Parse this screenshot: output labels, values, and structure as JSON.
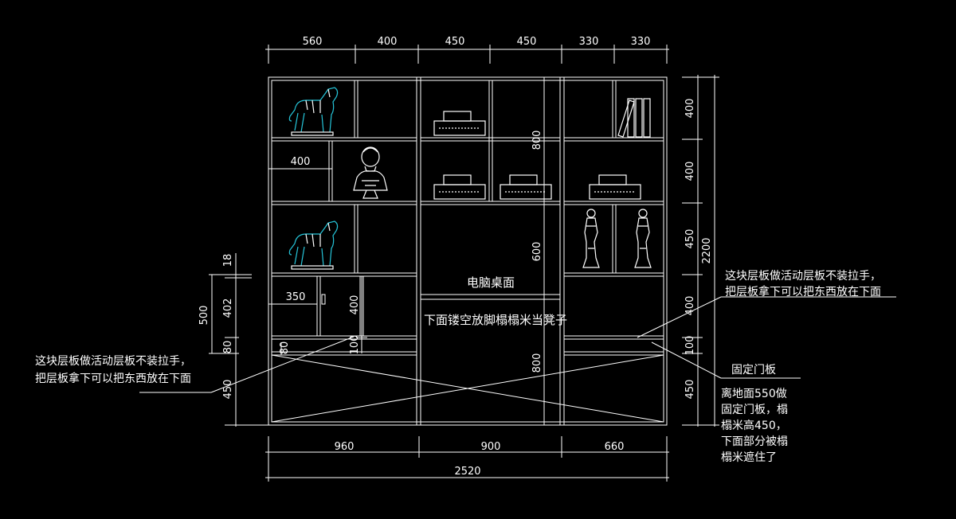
{
  "dimensions": {
    "top": [
      "560",
      "400",
      "450",
      "450",
      "330",
      "330"
    ],
    "bottom": [
      "960",
      "900",
      "660"
    ],
    "overall_width": "2520",
    "right": [
      "400",
      "400",
      "450",
      "400",
      "100",
      "450"
    ],
    "overall_height": "2200",
    "left": [
      "18",
      "402",
      "80",
      "450"
    ],
    "left_total": "500",
    "inner_400": "400",
    "inner_350": "350",
    "inner_400_vertical": "400",
    "inner_100": "100",
    "inner_80": "80",
    "center_800_upper": "800",
    "center_600": "600",
    "center_800_lower": "800"
  },
  "labels": {
    "computer_desk": "电脑桌面",
    "tatami_step": "下面镂空放脚榻榻米当凳子",
    "note_left_line1": "这块层板做活动层板不装拉手，",
    "note_left_line2": "把层板拿下可以把东西放在下面",
    "note_right_line1": "这块层板做活动层板不装拉手，",
    "note_right_line2": "把层板拿下可以把东西放在下面",
    "fixed_door": "固定门板",
    "fixed_note_lines": [
      "离地面550做",
      "固定门板，榻",
      "榻米高450，",
      "下面部分被榻",
      "榻米遮住了"
    ]
  },
  "colors": {
    "background": "#000000",
    "lines": "#ffffff",
    "decor_accent": "#26c6da"
  },
  "icons": [
    "horse-statue-icon",
    "bust-statue-icon",
    "device-box-icon",
    "books-icon",
    "figure-statue-icon"
  ]
}
